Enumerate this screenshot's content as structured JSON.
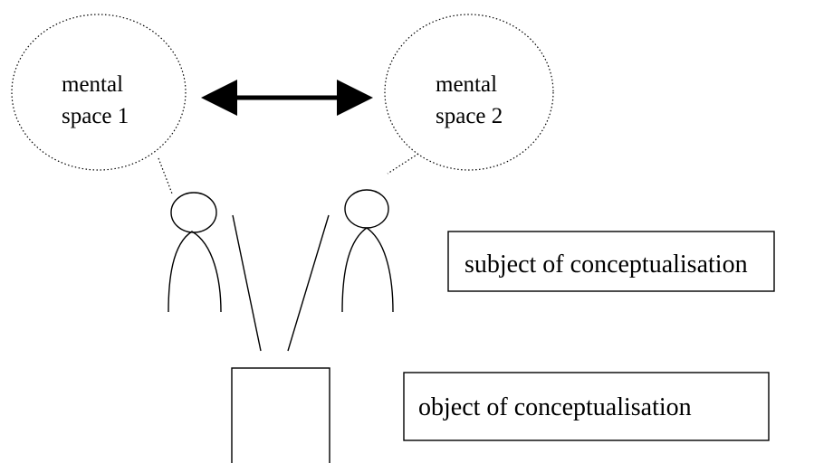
{
  "mental_space_1": {
    "line1": "mental",
    "line2": "space 1"
  },
  "mental_space_2": {
    "line1": "mental",
    "line2": "space 2"
  },
  "subject_label": "subject of conceptualisation",
  "object_label": "object of conceptualisation",
  "colors": {
    "ink": "#000000",
    "background": "#ffffff"
  }
}
